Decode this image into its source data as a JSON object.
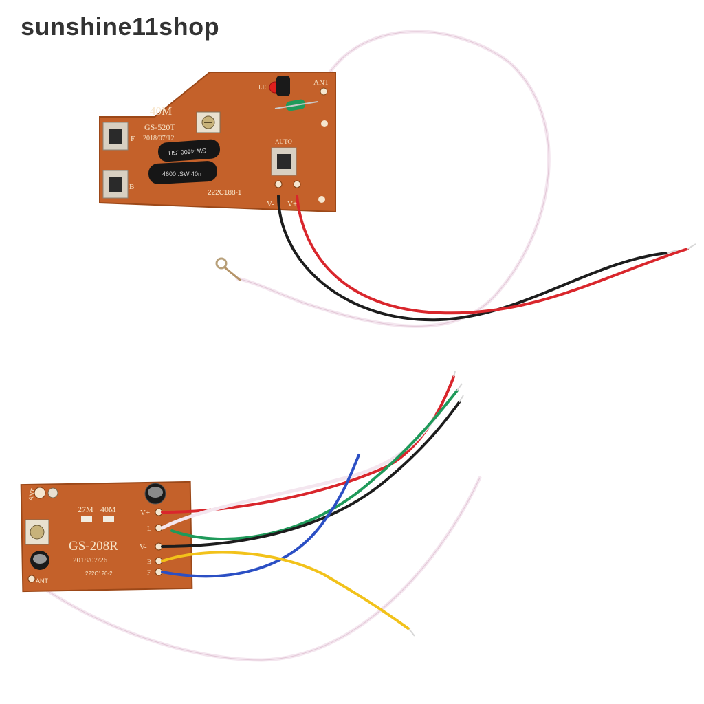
{
  "watermark": "sunshine11shop",
  "transmitter": {
    "freq": "40M",
    "model": "GS-520T",
    "date": "2018/07/12",
    "code": "222C188-1",
    "label_f": "F",
    "label_b": "B",
    "label_auto": "AUTO",
    "label_ant": "ANT",
    "label_led": "LED",
    "label_vminus": "V-",
    "label_vplus": "V+"
  },
  "receiver": {
    "freq_a": "27M",
    "freq_b": "40M",
    "model": "GS-208R",
    "date": "2018/07/26",
    "code": "222C120-2",
    "label_ant_top": "ANT",
    "label_ant_bottom": "ANT",
    "pin_vplus": "V+",
    "pin_l": "L",
    "pin_vminus": "V-",
    "pin_b": "B",
    "pin_f": "F"
  },
  "colors": {
    "pcb": "#c8642a",
    "wire_red": "#d9262c",
    "wire_black": "#1d1d1d",
    "wire_white": "#f3e6ee",
    "wire_green": "#1f9a5a",
    "wire_blue": "#2b4fc4",
    "wire_yellow": "#f2c21a"
  }
}
